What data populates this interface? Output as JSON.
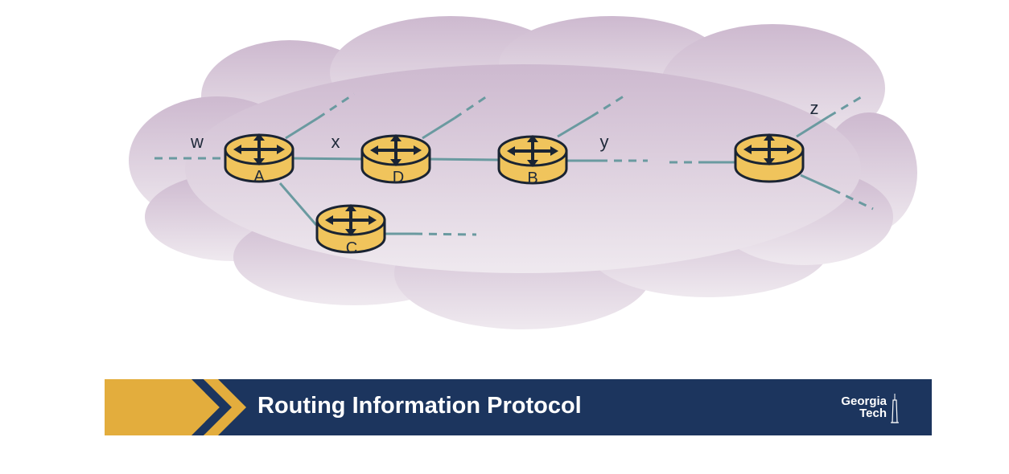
{
  "slide": {
    "title": "Routing Information Protocol",
    "logo": {
      "line1": "Georgia",
      "line2": "Tech"
    }
  },
  "diagram": {
    "network_labels": {
      "w": "w",
      "x": "x",
      "y": "y",
      "z": "z"
    },
    "routers": {
      "A": "A",
      "D": "D",
      "B": "B",
      "C": "C",
      "E": ""
    }
  },
  "colors": {
    "cloud": "#d6c6d6",
    "router": "#f0c45c",
    "link": "#6a9aa0",
    "banner": "#1c355e",
    "gold": "#e3ad3d"
  }
}
